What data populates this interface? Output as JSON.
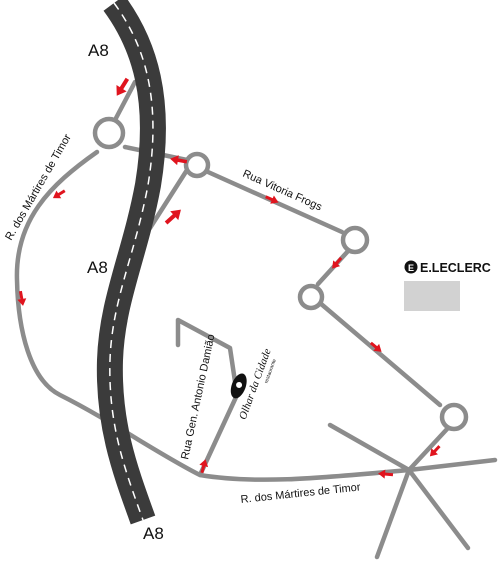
{
  "labels": {
    "highway_top": "A8",
    "highway_middle": "A8",
    "highway_bottom": "A8",
    "street_vitoria": "Rua Vitoria Frogs",
    "street_martires_left": "R. dos Mártires de Timor",
    "street_martires_bottom": "R. dos Mártires de Timor",
    "street_damiao": "Rua Gen. Antonio Damião"
  },
  "leclerc": {
    "logo_letter": "E",
    "name": "E.LECLERC"
  },
  "venue_logo": {
    "text": "Olhar da Cidade",
    "subtitle": "restaurante"
  },
  "colors": {
    "road": "#8c8c8c",
    "highway": "#3b3b3b",
    "highway_dash": "#ffffff",
    "arrow": "#e0141e",
    "building": "#d2d2d2"
  }
}
